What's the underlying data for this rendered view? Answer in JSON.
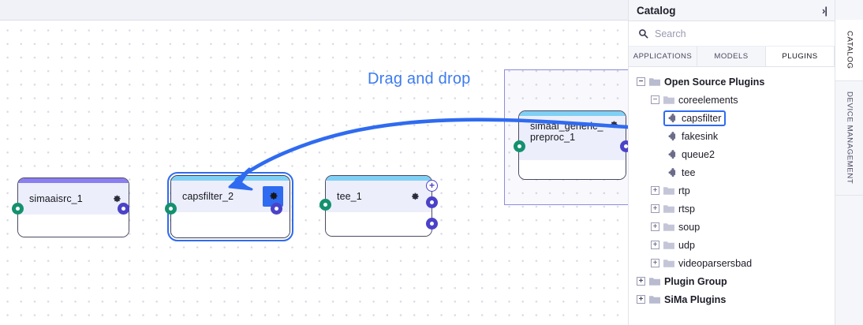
{
  "canvas": {
    "annotation_label": "Drag and drop",
    "annotation_color": "#3d7bf0",
    "nodes": [
      {
        "id": "simaaisrc-1",
        "title": "simaaisrc_1",
        "accent": "#8b7ef0",
        "gear_icon": "gear-icon",
        "gear_highlight": false,
        "ports_in": 1,
        "ports_out": 1,
        "selected": false
      },
      {
        "id": "capsfilter-2",
        "title": "capsfilter_2",
        "accent": "#7fd0f5",
        "gear_icon": "gear-icon",
        "gear_highlight": true,
        "ports_in": 1,
        "ports_out": 1,
        "selected": true
      },
      {
        "id": "tee-1",
        "title": "tee_1",
        "accent": "#7fd0f5",
        "gear_icon": "gear-icon",
        "gear_highlight": false,
        "ports_in": 1,
        "ports_out": 2,
        "selected": false,
        "has_add_port": true
      },
      {
        "id": "simaai-generic-preproc-1",
        "title": "simaai_generic_preproc_1",
        "title_line1": "simaai_generic_pre",
        "title_line2": "proc_1",
        "accent": "#7fd0f5",
        "gear_icon": "gear-icon",
        "gear_highlight": false,
        "ports_in": 1,
        "ports_out": 1,
        "selected": false
      }
    ]
  },
  "panel": {
    "title": "Catalog",
    "collapse_icon": "collapse-panel-icon",
    "collapse_glyph": "›|",
    "search": {
      "placeholder": "Search",
      "value": "",
      "icon": "search-icon"
    },
    "tabs": [
      {
        "label": "APPLICATIONS",
        "active": false
      },
      {
        "label": "MODELS",
        "active": false
      },
      {
        "label": "PLUGINS",
        "active": true
      }
    ],
    "tree": [
      {
        "label": "Open Source Plugins",
        "depth": 0,
        "type": "folder",
        "state": "expanded",
        "bold": true,
        "selected": false
      },
      {
        "label": "coreelements",
        "depth": 1,
        "type": "folder",
        "state": "expanded",
        "bold": false,
        "selected": false
      },
      {
        "label": "capsfilter",
        "depth": 2,
        "type": "plugin",
        "state": "leaf",
        "bold": false,
        "selected": true
      },
      {
        "label": "fakesink",
        "depth": 2,
        "type": "plugin",
        "state": "leaf",
        "bold": false,
        "selected": false
      },
      {
        "label": "queue2",
        "depth": 2,
        "type": "plugin",
        "state": "leaf",
        "bold": false,
        "selected": false
      },
      {
        "label": "tee",
        "depth": 2,
        "type": "plugin",
        "state": "leaf",
        "bold": false,
        "selected": false
      },
      {
        "label": "rtp",
        "depth": 1,
        "type": "folder",
        "state": "collapsed",
        "bold": false,
        "selected": false
      },
      {
        "label": "rtsp",
        "depth": 1,
        "type": "folder",
        "state": "collapsed",
        "bold": false,
        "selected": false
      },
      {
        "label": "soup",
        "depth": 1,
        "type": "folder",
        "state": "collapsed",
        "bold": false,
        "selected": false
      },
      {
        "label": "udp",
        "depth": 1,
        "type": "folder",
        "state": "collapsed",
        "bold": false,
        "selected": false
      },
      {
        "label": "videoparsersbad",
        "depth": 1,
        "type": "folder",
        "state": "collapsed",
        "bold": false,
        "selected": false
      },
      {
        "label": "Plugin Group",
        "depth": 0,
        "type": "folder",
        "state": "collapsed",
        "bold": true,
        "selected": false
      },
      {
        "label": "SiMa Plugins",
        "depth": 0,
        "type": "folder",
        "state": "collapsed",
        "bold": true,
        "selected": false
      }
    ]
  },
  "side_tabs": [
    {
      "label": "CATALOG",
      "active": true
    },
    {
      "label": "DEVICE MANAGEMENT",
      "active": false
    }
  ],
  "colors": {
    "accent_blue": "#2f6bf0",
    "port_in": "#14916e",
    "port_out": "#4a42c9",
    "node_header": "#eceefb",
    "panel_bg": "#f5f6fa"
  }
}
